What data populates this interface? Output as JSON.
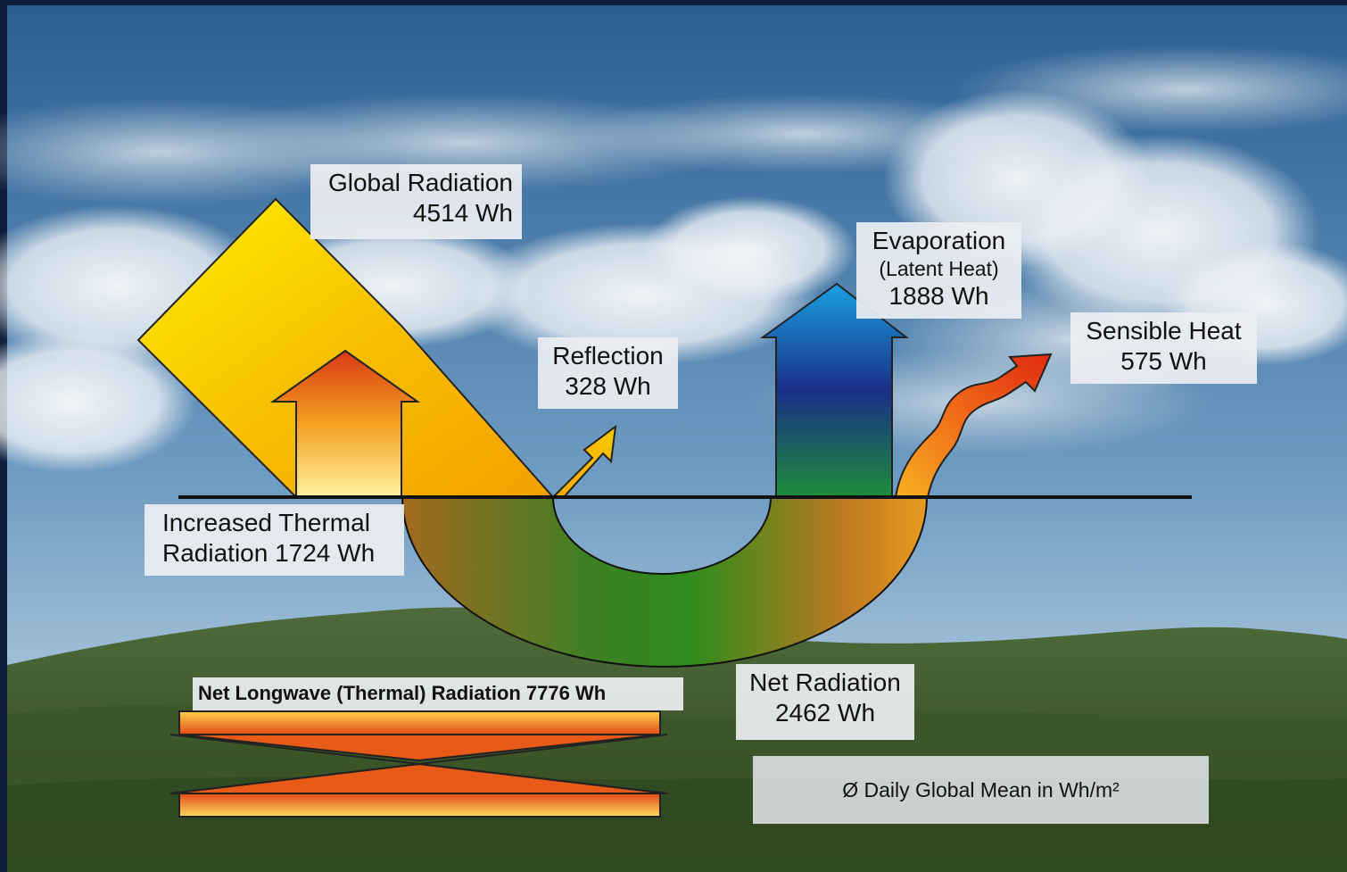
{
  "labels": {
    "global_radiation": {
      "title": "Global Radiation",
      "value": "4514 Wh"
    },
    "reflection": {
      "title": "Reflection",
      "value": "328 Wh"
    },
    "evaporation": {
      "title": "Evaporation",
      "subtitle": "(Latent Heat)",
      "value": "1888 Wh"
    },
    "sensible_heat": {
      "title": "Sensible Heat",
      "value": "575 Wh"
    },
    "increased_thermal": {
      "line1": "Increased Thermal",
      "line2": "Radiation 1724 Wh"
    },
    "net_longwave": "Net Longwave (Thermal) Radiation 7776 Wh",
    "net_radiation": {
      "title": "Net Radiation",
      "value": "2462 Wh"
    },
    "units_note": "Ø Daily Global Mean in Wh/m²"
  },
  "colors": {
    "sky_top": "#2f6396",
    "sky_bottom": "#8fb3cf",
    "hills": "#3f5a2e",
    "global_arrow": "#f6c800",
    "evaporation_top": "#1a9ad8",
    "evaporation_mid": "#1a3a8e",
    "evaporation_bottom": "#1d8a3a",
    "net_radiation_green": "#2e8b1e",
    "thermal_red": "#e0401a",
    "thermal_yellow": "#ffe680"
  }
}
